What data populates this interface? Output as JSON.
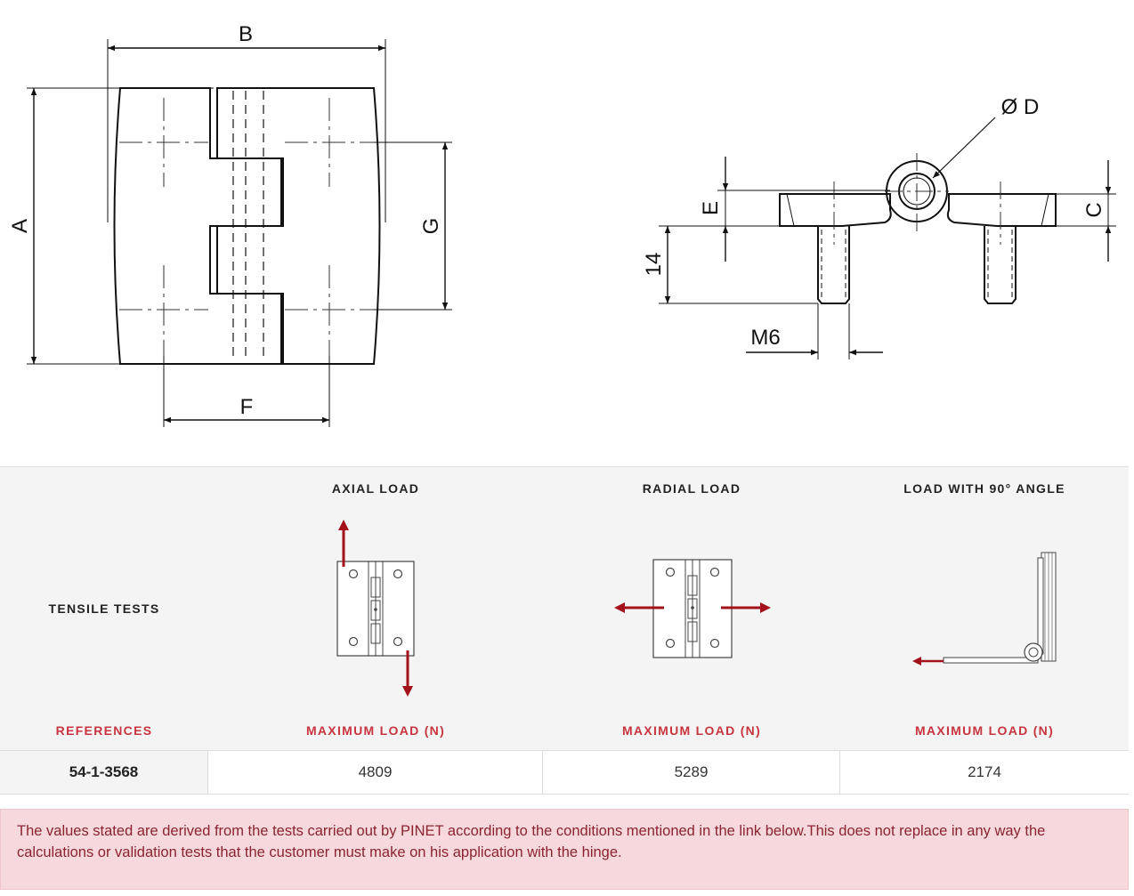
{
  "drawing": {
    "dims": {
      "A": "A",
      "B": "B",
      "C": "C",
      "D": "Ø D",
      "E": "E",
      "F": "F",
      "G": "G",
      "stud_length": "14",
      "thread": "M6"
    }
  },
  "tests": {
    "row_label": "TENSILE TESTS",
    "columns": [
      {
        "title": "AXIAL LOAD",
        "icon": "axial-load-icon"
      },
      {
        "title": "RADIAL LOAD",
        "icon": "radial-load-icon"
      },
      {
        "title": "LOAD WITH 90° ANGLE",
        "icon": "angle-load-icon"
      }
    ],
    "references_label": "REFERENCES",
    "max_load_label": "MAXIMUM LOAD (N)"
  },
  "table": {
    "reference": "54-1-3568",
    "axial": "4809",
    "radial": "5289",
    "angle": "2174"
  },
  "note": "The values stated are derived from the tests carried out by PINET according to the conditions mentioned in the link below.This does not replace in any way the calculations or validation tests that the customer must make on his application with the hinge.",
  "colors": {
    "accent_red": "#c8353f",
    "arrow_red": "#a3121b",
    "note_bg": "#f7d8dc",
    "note_text": "#8a2430"
  }
}
